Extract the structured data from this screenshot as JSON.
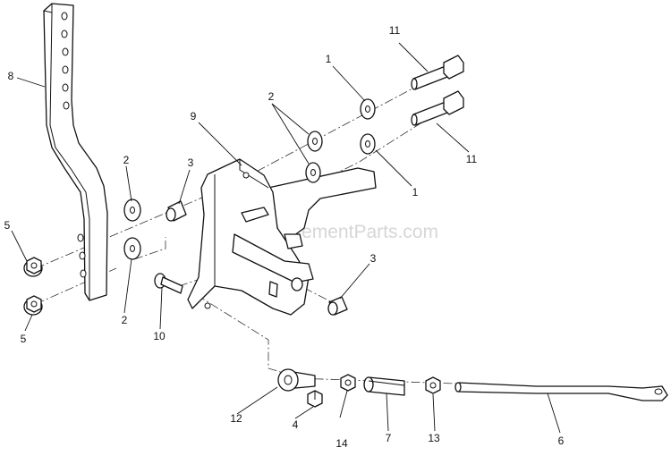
{
  "watermark": "eReplacementParts.com",
  "callouts": [
    "1",
    "1",
    "2",
    "2",
    "2",
    "3",
    "3",
    "4",
    "5",
    "5",
    "6",
    "7",
    "8",
    "9",
    "10",
    "11",
    "11",
    "12",
    "13",
    "14"
  ]
}
